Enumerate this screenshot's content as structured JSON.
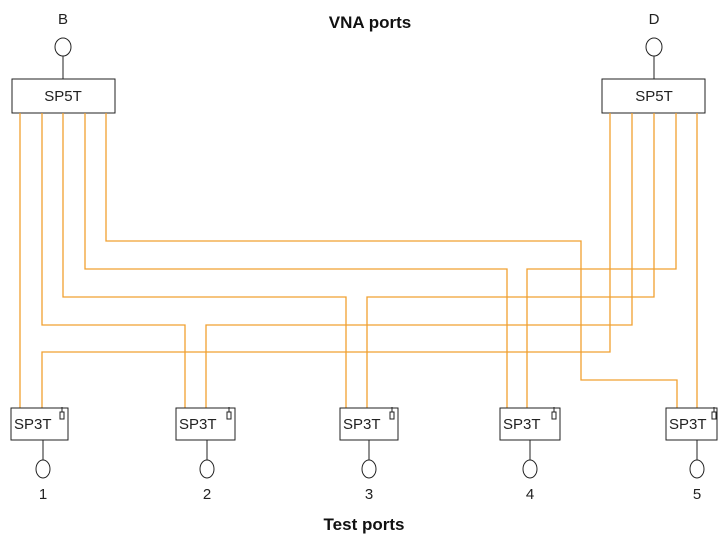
{
  "diagram": {
    "title_top": "VNA ports",
    "title_bottom": "Test ports",
    "wire_color": "#f0a030",
    "vna_ports": [
      {
        "label": "B",
        "switch": "SP5T"
      },
      {
        "label": "D",
        "switch": "SP5T"
      }
    ],
    "test_ports": [
      {
        "label": "1",
        "switch": "SP3T"
      },
      {
        "label": "2",
        "switch": "SP3T"
      },
      {
        "label": "3",
        "switch": "SP3T"
      },
      {
        "label": "4",
        "switch": "SP3T"
      },
      {
        "label": "5",
        "switch": "SP3T"
      }
    ]
  }
}
